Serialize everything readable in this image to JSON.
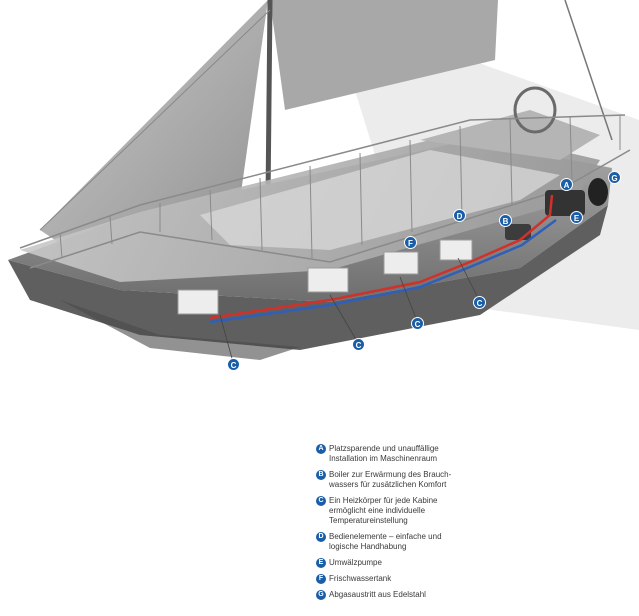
{
  "markers": [
    {
      "letter": "A"
    },
    {
      "letter": "B"
    },
    {
      "letter": "C"
    },
    {
      "letter": "D"
    },
    {
      "letter": "E"
    },
    {
      "letter": "F"
    },
    {
      "letter": "G"
    }
  ],
  "legend": [
    {
      "letter": "A",
      "lines": [
        "Platzsparende und unauffällige",
        "Installation im Maschinenraum"
      ]
    },
    {
      "letter": "B",
      "lines": [
        "Boiler zur Erwärmung des Brauch-",
        "wassers für zusätzlichen Komfort"
      ]
    },
    {
      "letter": "C",
      "lines": [
        "Ein Heizkörper für jede Kabine",
        "ermöglicht eine individuelle",
        "Temperatureinstellung"
      ]
    },
    {
      "letter": "D",
      "lines": [
        "Bedienelemente – einfache und",
        "logische Handhabung"
      ]
    },
    {
      "letter": "E",
      "lines": [
        "Umwälzpumpe"
      ]
    },
    {
      "letter": "F",
      "lines": [
        "Frischwassertank"
      ]
    },
    {
      "letter": "G",
      "lines": [
        "Abgasaustritt aus Edelstahl"
      ]
    }
  ],
  "colors": {
    "marker": "#1b5ea8",
    "pipe_hot": "#d2302a",
    "pipe_cold": "#2f5fb8"
  }
}
